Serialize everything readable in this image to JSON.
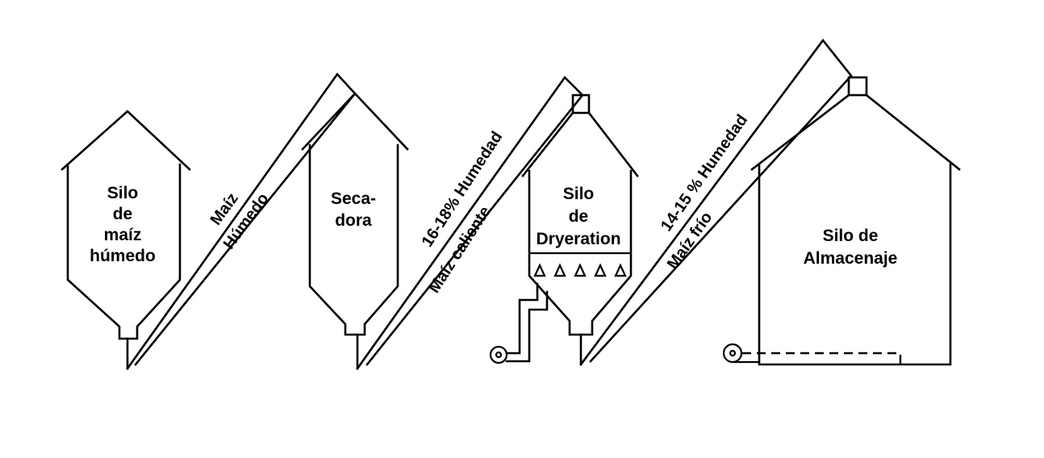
{
  "stages": {
    "wet_silo": {
      "lines": [
        "Silo",
        "de",
        "maíz",
        "húmedo"
      ]
    },
    "dryer": {
      "lines": [
        "Seca-",
        "dora"
      ]
    },
    "dryeration_silo": {
      "lines": [
        "Silo",
        "de",
        "Dryeration"
      ]
    },
    "storage_silo": {
      "lines": [
        "Silo de",
        "Almacenaje"
      ]
    }
  },
  "conveyors": {
    "c1": {
      "top": "Maíz",
      "bottom": "Húmedo"
    },
    "c2": {
      "top": "16-18% Humedad",
      "bottom": "Maíz caliente"
    },
    "c3": {
      "top": "14-15 % Humedad",
      "bottom": "Maíz frío"
    }
  }
}
